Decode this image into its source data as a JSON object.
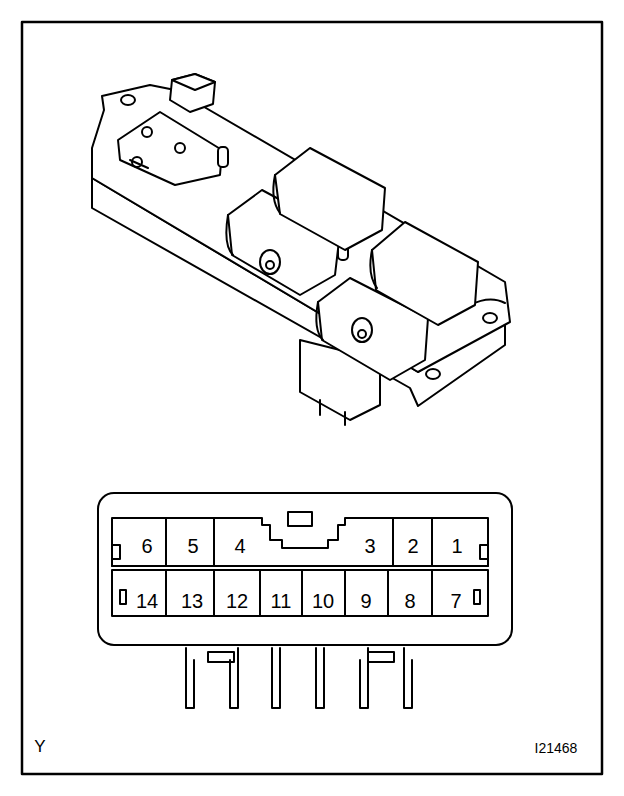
{
  "diagram": {
    "labels": [
      "6",
      "5",
      "4",
      "3",
      "2",
      "1",
      "14",
      "13",
      "12",
      "11",
      "10",
      "9",
      "8",
      "7",
      "Y",
      "I21468"
    ]
  }
}
